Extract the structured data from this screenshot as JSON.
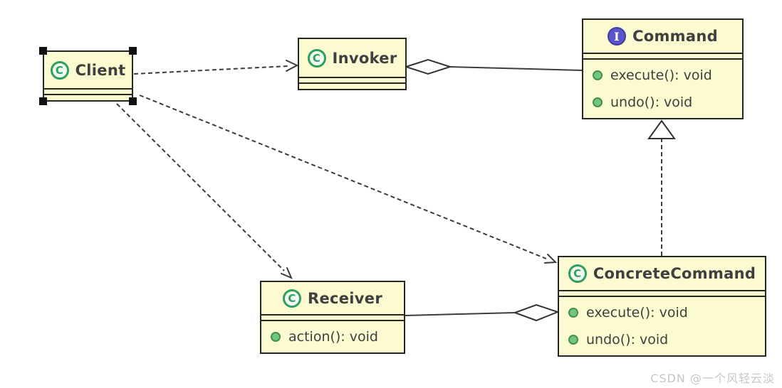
{
  "watermark": "CSDN @一个风轻云淡",
  "classes": {
    "client": {
      "name": "Client",
      "icon": "C",
      "kind": "class",
      "selected": true
    },
    "invoker": {
      "name": "Invoker",
      "icon": "C",
      "kind": "class"
    },
    "command": {
      "name": "Command",
      "icon": "I",
      "kind": "interface",
      "methods": [
        "execute(): void",
        "undo(): void"
      ]
    },
    "receiver": {
      "name": "Receiver",
      "icon": "C",
      "kind": "class",
      "methods": [
        "action(): void"
      ]
    },
    "concreteCommand": {
      "name": "ConcreteCommand",
      "icon": "C",
      "kind": "class",
      "methods": [
        "execute(): void",
        "undo(): void"
      ]
    }
  },
  "relationships": [
    {
      "from": "Client",
      "to": "Invoker",
      "type": "dependency-dashed-arrow"
    },
    {
      "from": "Client",
      "to": "Receiver",
      "type": "dependency-dashed-arrow"
    },
    {
      "from": "Client",
      "to": "ConcreteCommand",
      "type": "dependency-dashed-arrow"
    },
    {
      "from": "Invoker",
      "to": "Command",
      "type": "aggregation-hollow-diamond-at-invoker"
    },
    {
      "from": "ConcreteCommand",
      "to": "Command",
      "type": "realization-dashed-hollow-triangle"
    },
    {
      "from": "ConcreteCommand",
      "to": "Receiver",
      "type": "aggregation-hollow-diamond-at-concretecommand"
    }
  ],
  "colors": {
    "box_fill": "#fbfad0",
    "box_border": "#262626",
    "class_icon_green": "#2f9e5f",
    "interface_icon_purple": "#5a55c8",
    "method_bullet_green": "#74c47c",
    "text": "#3f3f3f",
    "line": "#3c3c3c",
    "watermark_gray": "#c6c6c6"
  }
}
